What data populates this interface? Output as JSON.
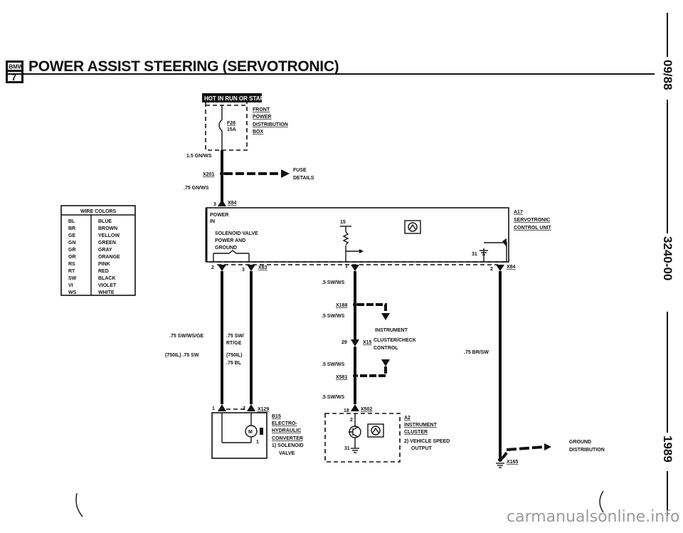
{
  "header": {
    "logo_brand": "BMW",
    "logo_series": "7",
    "title": "POWER ASSIST STEERING (SERVOTRONIC)"
  },
  "side": {
    "date": "09/88",
    "code": "3240-00",
    "year": "1989"
  },
  "watermark": "carmanualsonline.info",
  "wire_colors": {
    "heading": "WIRE COLORS",
    "rows": [
      {
        "code": "BL",
        "name": "BLUE"
      },
      {
        "code": "BR",
        "name": "BROWN"
      },
      {
        "code": "GE",
        "name": "YELLOW"
      },
      {
        "code": "GN",
        "name": "GREEN"
      },
      {
        "code": "GR",
        "name": "GRAY"
      },
      {
        "code": "OR",
        "name": "ORANGE"
      },
      {
        "code": "RS",
        "name": "PINK"
      },
      {
        "code": "RT",
        "name": "RED"
      },
      {
        "code": "SW",
        "name": "BLACK"
      },
      {
        "code": "VI",
        "name": "VIOLET"
      },
      {
        "code": "WS",
        "name": "WHITE"
      }
    ]
  },
  "labels": {
    "hot": "HOT IN RUN OR START",
    "fuse_id": "F28",
    "fuse_amps": "15A",
    "fpd1": "FRONT",
    "fpd2": "POWER",
    "fpd3": "DISTRIBUTION",
    "fpd4": "BOX",
    "w_15gnws": "1.5 GN/WS",
    "x201": "X201",
    "fuse_details1": "FUSE",
    "fuse_details2": "DETAILS",
    "w_75gnws": ".75 GN/WS",
    "pin3": "3",
    "x84a": "X84",
    "power": "POWER",
    "in": "IN",
    "sol1": "SOLENOID VALVE",
    "sol2": "POWER AND",
    "sol3": "GROUND",
    "pin15": "15",
    "pin31a": "31",
    "a17": "A17",
    "a17_1": "SERVOTRONIC",
    "a17_2": "CONTROL UNIT",
    "pin2a": "2",
    "pin3b": "3",
    "x83": "X83",
    "pin1a": "1",
    "pin2b": "2",
    "x84b": "X84",
    "w_5swws1": ".5 SW/WS",
    "x188": "X188",
    "w_5swws2": ".5 SW/WS",
    "inst1": "INSTRUMENT",
    "inst2": "CLUSTER/CHECK",
    "inst3": "CONTROL",
    "pin29": "29",
    "x15": "X15",
    "w_75brsw": ".75 BR/SW",
    "w_75swwsge": ".75 SW/WS/GE",
    "w_75swrt1": ".75 SW/",
    "w_75swrt2": "RT/GE",
    "w_750il_a": "(750IL)  .75 SW",
    "w_750il_b": "(750IL)",
    "w_75bl": ".75 BL",
    "w_5swws3": ".5 SW/WS",
    "x581": "X581",
    "w_5swws4": ".5 SW/WS",
    "pin1b": "1",
    "pin2c": "2",
    "x129": "X129",
    "b15": "B15",
    "b15_1": "ELECTRO-",
    "b15_2": "HYDRAULIC",
    "b15_3": "CONVERTER",
    "b15_4": "1) SOLENOID",
    "b15_5": "VALVE",
    "pin1c": "1",
    "pin18": "18",
    "x502": "X502",
    "pin2d": "2",
    "pin31b": "31",
    "a2": "A2",
    "a2_1": "INSTRUMENT",
    "a2_2": "CLUSTER",
    "a2_3": "2) VEHICLE SPEED",
    "a2_4": "OUTPUT",
    "gnd1": "GROUND",
    "gnd2": "DISTRIBUTION",
    "x165": "X165",
    "motor_m": "M"
  }
}
